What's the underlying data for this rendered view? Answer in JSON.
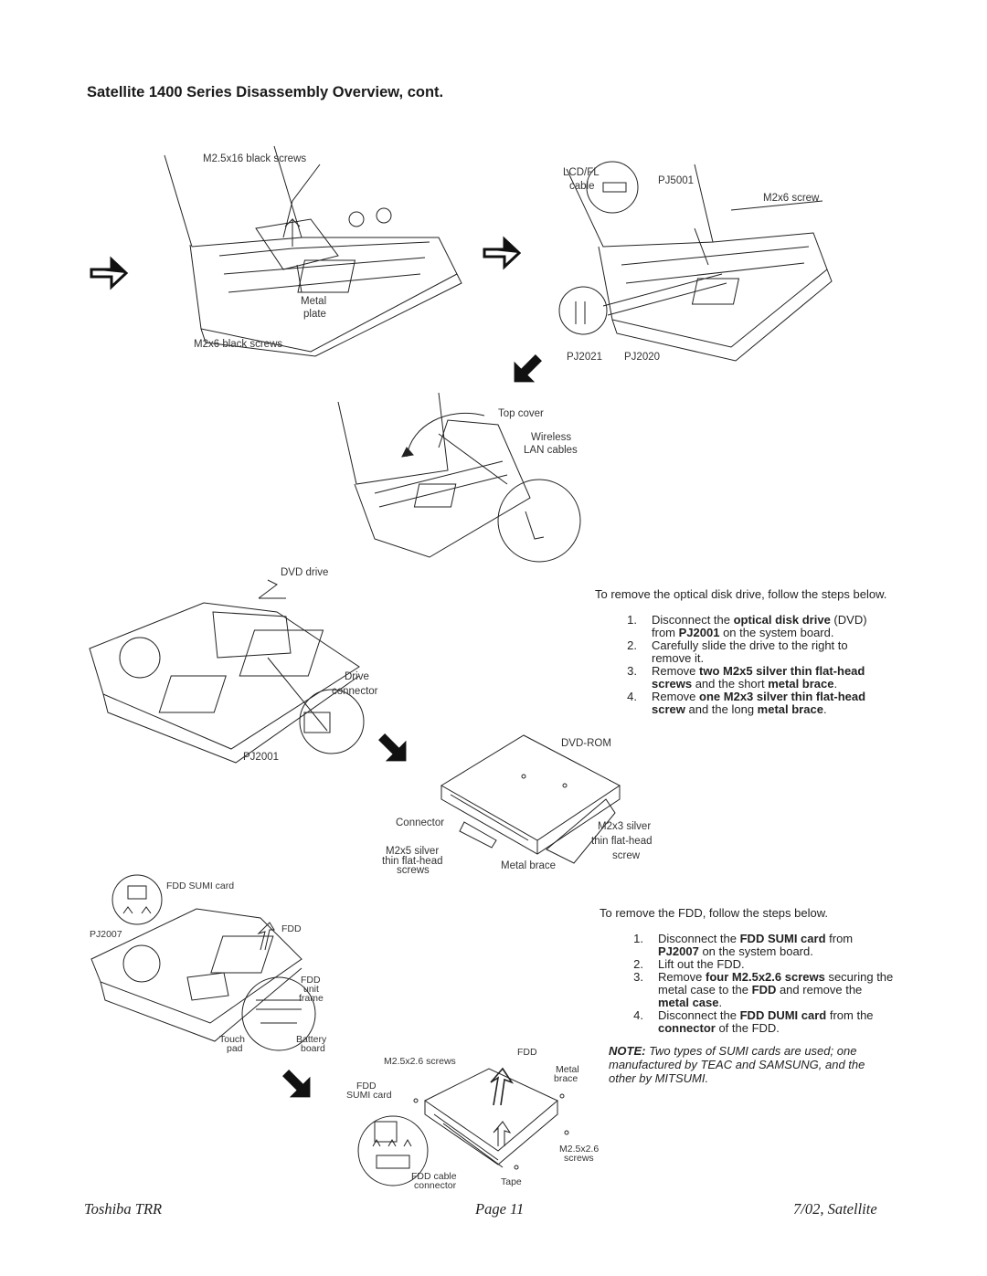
{
  "title": "Satellite 1400 Series Disassembly Overview, cont.",
  "fig1": {
    "top_label": "M2.5x16 black screws",
    "plate_label_1": "Metal",
    "plate_label_2": "plate",
    "bottom_label": "M2x6 black screws"
  },
  "fig2": {
    "lcd_label_1": "LCD/FL",
    "lcd_label_2": "cable",
    "pj5001": "PJ5001",
    "screw_label": "M2x6 screw",
    "pj2021": "PJ2021",
    "pj2020": "PJ2020"
  },
  "fig3": {
    "top_cover": "Top cover",
    "wireless_1": "Wireless",
    "wireless_2": "LAN cables"
  },
  "fig4": {
    "dvd_drive": "DVD drive",
    "drive_1": "Drive",
    "drive_2": "connector",
    "pj2001": "PJ2001"
  },
  "fig5": {
    "dvd_rom": "DVD-ROM",
    "connector": "Connector",
    "m2x3_1": "M2x3 silver",
    "m2x3_2": "thin flat-head",
    "m2x3_3": "screw",
    "m2x5_1": "M2x5 silver",
    "m2x5_2": "thin flat-head",
    "m2x5_3": "screws",
    "metal_brace": "Metal brace"
  },
  "fig6": {
    "fdd_sumi": "FDD SUMI card",
    "pj2007": "PJ2007",
    "fdd": "FDD",
    "frame_1": "FDD",
    "frame_2": "unit",
    "frame_3": "frame",
    "touch_1": "Touch",
    "touch_2": "pad",
    "battery_1": "Battery",
    "battery_2": "board"
  },
  "fig7": {
    "screws_top": "M2.5x2.6 screws",
    "fdd": "FDD",
    "metal_1": "Metal",
    "metal_2": "brace",
    "sumi_1": "FDD",
    "sumi_2": "SUMI card",
    "screws_right_1": "M2.5x2.6",
    "screws_right_2": "screws",
    "cable_1": "FDD cable",
    "cable_2": "connector",
    "tape": "Tape"
  },
  "dvd_section": {
    "intro": "To remove the optical disk drive, follow the steps below.",
    "steps": [
      {
        "num": "1.",
        "t1": "Disconnect the ",
        "b1": "optical disk drive",
        "t2": " (DVD) from ",
        "b2": "PJ2001",
        "t3": " on the system board.",
        "b3": "",
        "t4": ""
      },
      {
        "num": "2.",
        "t1": "Carefully slide the drive to the right to remove it.",
        "b1": "",
        "t2": "",
        "b2": "",
        "t3": "",
        "b3": "",
        "t4": ""
      },
      {
        "num": "3.",
        "t1": "Remove ",
        "b1": "two M2x5 silver thin flat-head screws",
        "t2": " and the short ",
        "b2": "metal brace",
        "t3": ".",
        "b3": "",
        "t4": ""
      },
      {
        "num": "4.",
        "t1": "Remove ",
        "b1": "one M2x3 silver thin flat-head screw",
        "t2": " and the long ",
        "b2": "metal brace",
        "t3": ".",
        "b3": "",
        "t4": ""
      }
    ]
  },
  "fdd_section": {
    "intro": "To remove the FDD, follow the steps below.",
    "steps": [
      {
        "num": "1.",
        "t1": "Disconnect the ",
        "b1": "FDD SUMI card",
        "t2": " from ",
        "b2": "PJ2007",
        "t3": " on the system board.",
        "b3": "",
        "t4": ""
      },
      {
        "num": "2.",
        "t1": "Lift out the FDD.",
        "b1": "",
        "t2": "",
        "b2": "",
        "t3": "",
        "b3": "",
        "t4": ""
      },
      {
        "num": "3.",
        "t1": "Remove ",
        "b1": "four M2.5x2.6 screws",
        "t2": " securing the metal case to the ",
        "b2": "FDD",
        "t3": " and remove the ",
        "b3": "metal case",
        "t4": "."
      },
      {
        "num": "4.",
        "t1": "Disconnect the ",
        "b1": "FDD DUMI card",
        "t2": " from the ",
        "b2": "connector",
        "t3": " of the FDD.",
        "b3": "",
        "t4": ""
      }
    ],
    "note_label": "NOTE:",
    "note_text": " Two types of SUMI cards are used; one manufactured by TEAC and SAMSUNG, and the other by MITSUMI."
  },
  "footer": {
    "left": "Toshiba TRR",
    "center": "Page 11",
    "right": "7/02, Satellite"
  }
}
